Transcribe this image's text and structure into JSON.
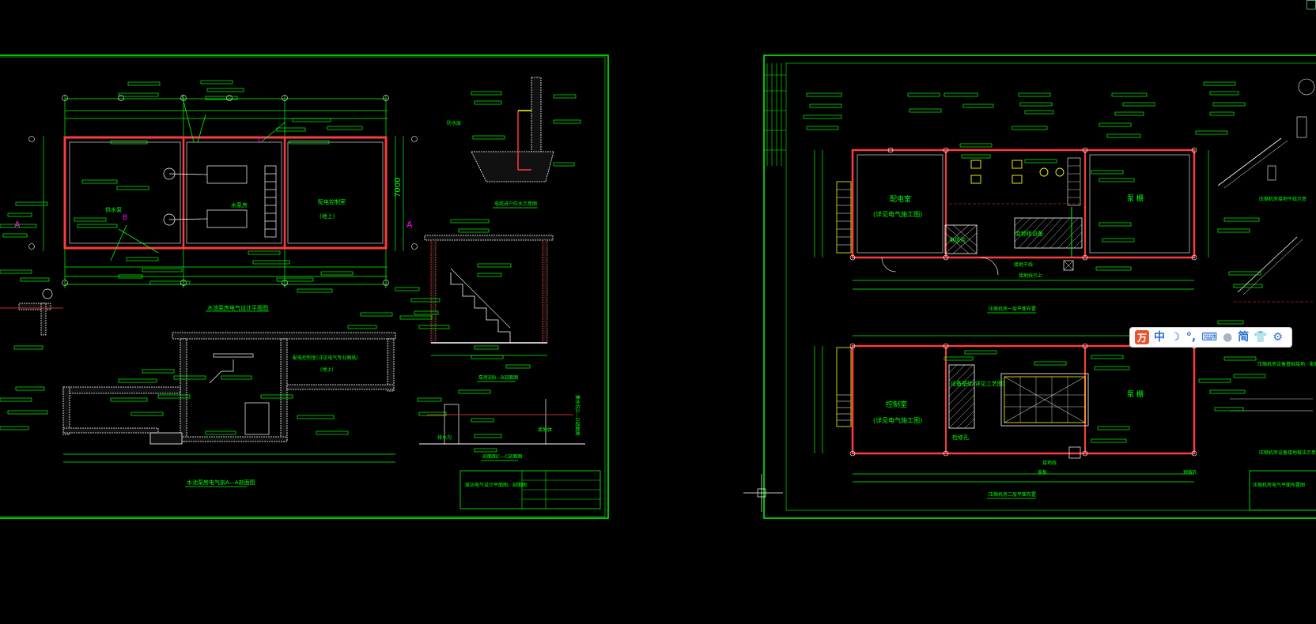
{
  "drawing": {
    "sheet1": {
      "plan_title": "水池泵房电气设计平面图",
      "section_title": "水池泵房电气剖A—A剖面图",
      "dim_vertical": "7000",
      "section_marker_a": "A",
      "section_marker_b": "B",
      "section_marker_c": "C",
      "room_left_label": "供水泵",
      "room_mid_label": "水泵房",
      "room_right_label": "配电控制室",
      "room_right_sub": "(地上)",
      "section_room_label": "配电控制室(详见电气专业图纸)",
      "section_room_sub": "(地上)",
      "detail_title_1": "电缆进户防水示意图",
      "detail_label_1": "防水层",
      "detail_title_2": "泵房剖B—B剖面图",
      "detail_title_3": "剖面图C—C剖面图",
      "detail_title_4": "集水坑D—D剖面图",
      "detail_label_3": "排水沟",
      "detail_label_4": "接地体",
      "title_block_text": "泵站电气设计平面图、剖面图"
    },
    "sheet2": {
      "plan1_title": "压缩机房一层平面布置",
      "plan2_title": "压缩机房二层平面布置",
      "room_a_label": "配电室",
      "room_a_sub": "(详见电气施工图)",
      "room_b_label": "泵 棚",
      "room_c_label": "控制室",
      "room_c_sub": "(详见电气施工图)",
      "room_d_label": "泵 棚",
      "label_cable_pit": "电缆沟",
      "label_equipment": "变频柜设备",
      "label_equipment2": "设备基础(详见工艺图)",
      "label_lift": "检修孔",
      "label_floor1": "接地干线",
      "label_floor2": "接地线引上",
      "label_grounding": "接地线",
      "label_cover": "盖板",
      "label_hole": "预留孔",
      "right_title_1": "压缩机房接地干线示意",
      "right_title_2": "压缩机房设备基础接地、配线",
      "right_title_3": "压缩机房设备接地做法示意图",
      "title_block_text": "压缩机房电气平面布置图"
    }
  },
  "ime_toolbar": {
    "logo": "万",
    "items": [
      "中",
      "☽",
      "°,",
      "⌨",
      "简",
      "👕",
      "⚙"
    ]
  },
  "colors": {
    "background": "#000000",
    "frame": "#00ff00",
    "wall": "#ff3b3b",
    "text": "#00ff00",
    "marker": "#ff00ff",
    "white": "#ffffff",
    "yellow": "#ffff00",
    "cyan": "#00ffff"
  }
}
